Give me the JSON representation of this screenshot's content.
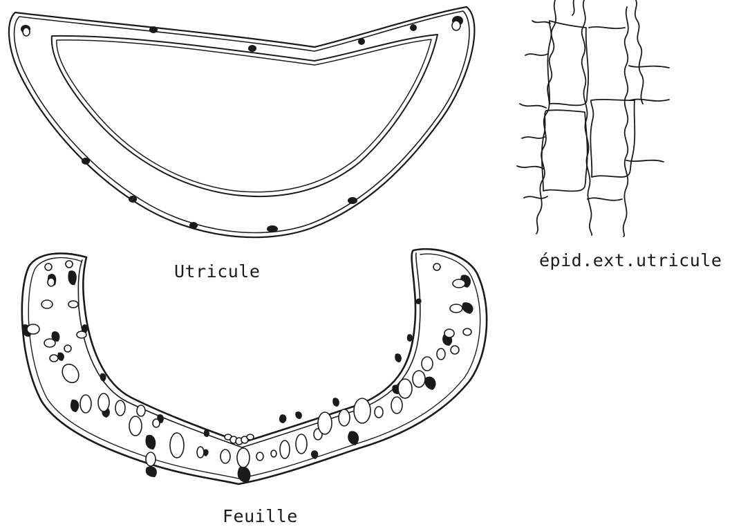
{
  "captions": {
    "utricule": "Utricule",
    "epidermis": "épid.ext.utricule",
    "feuille": "Feuille"
  },
  "colors": {
    "ink": "#1a1a1a",
    "paper": "#ffffff"
  }
}
